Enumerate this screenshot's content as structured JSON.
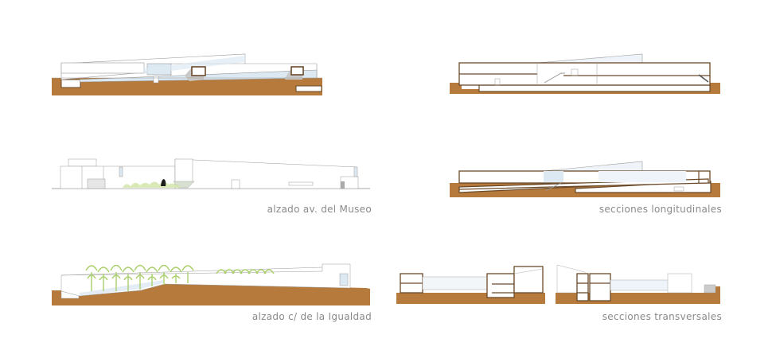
{
  "colors": {
    "earth": "#b57a3c",
    "structure": "#6a4a2a",
    "line": "#9a9a9a",
    "glass": "#dde9f2",
    "vegetation": "#a9cf6a",
    "caption": "#8a8a8a"
  },
  "drawings": {
    "elevation_top_left": {
      "label": ""
    },
    "section_top_right": {
      "label": ""
    },
    "elevation_museo": {
      "label": "alzado av. del Museo"
    },
    "sections_longitudinal": {
      "label": "secciones longitudinales"
    },
    "elevation_igualdad": {
      "label": "alzado c/ de la Igualdad"
    },
    "sections_transversal": {
      "label": "secciones transversales"
    }
  },
  "captions": {
    "museo": "alzado av. del Museo",
    "longitudinales": "secciones longitudinales",
    "igualdad": "alzado c/ de la Igualdad",
    "transversales": "secciones transversales"
  }
}
